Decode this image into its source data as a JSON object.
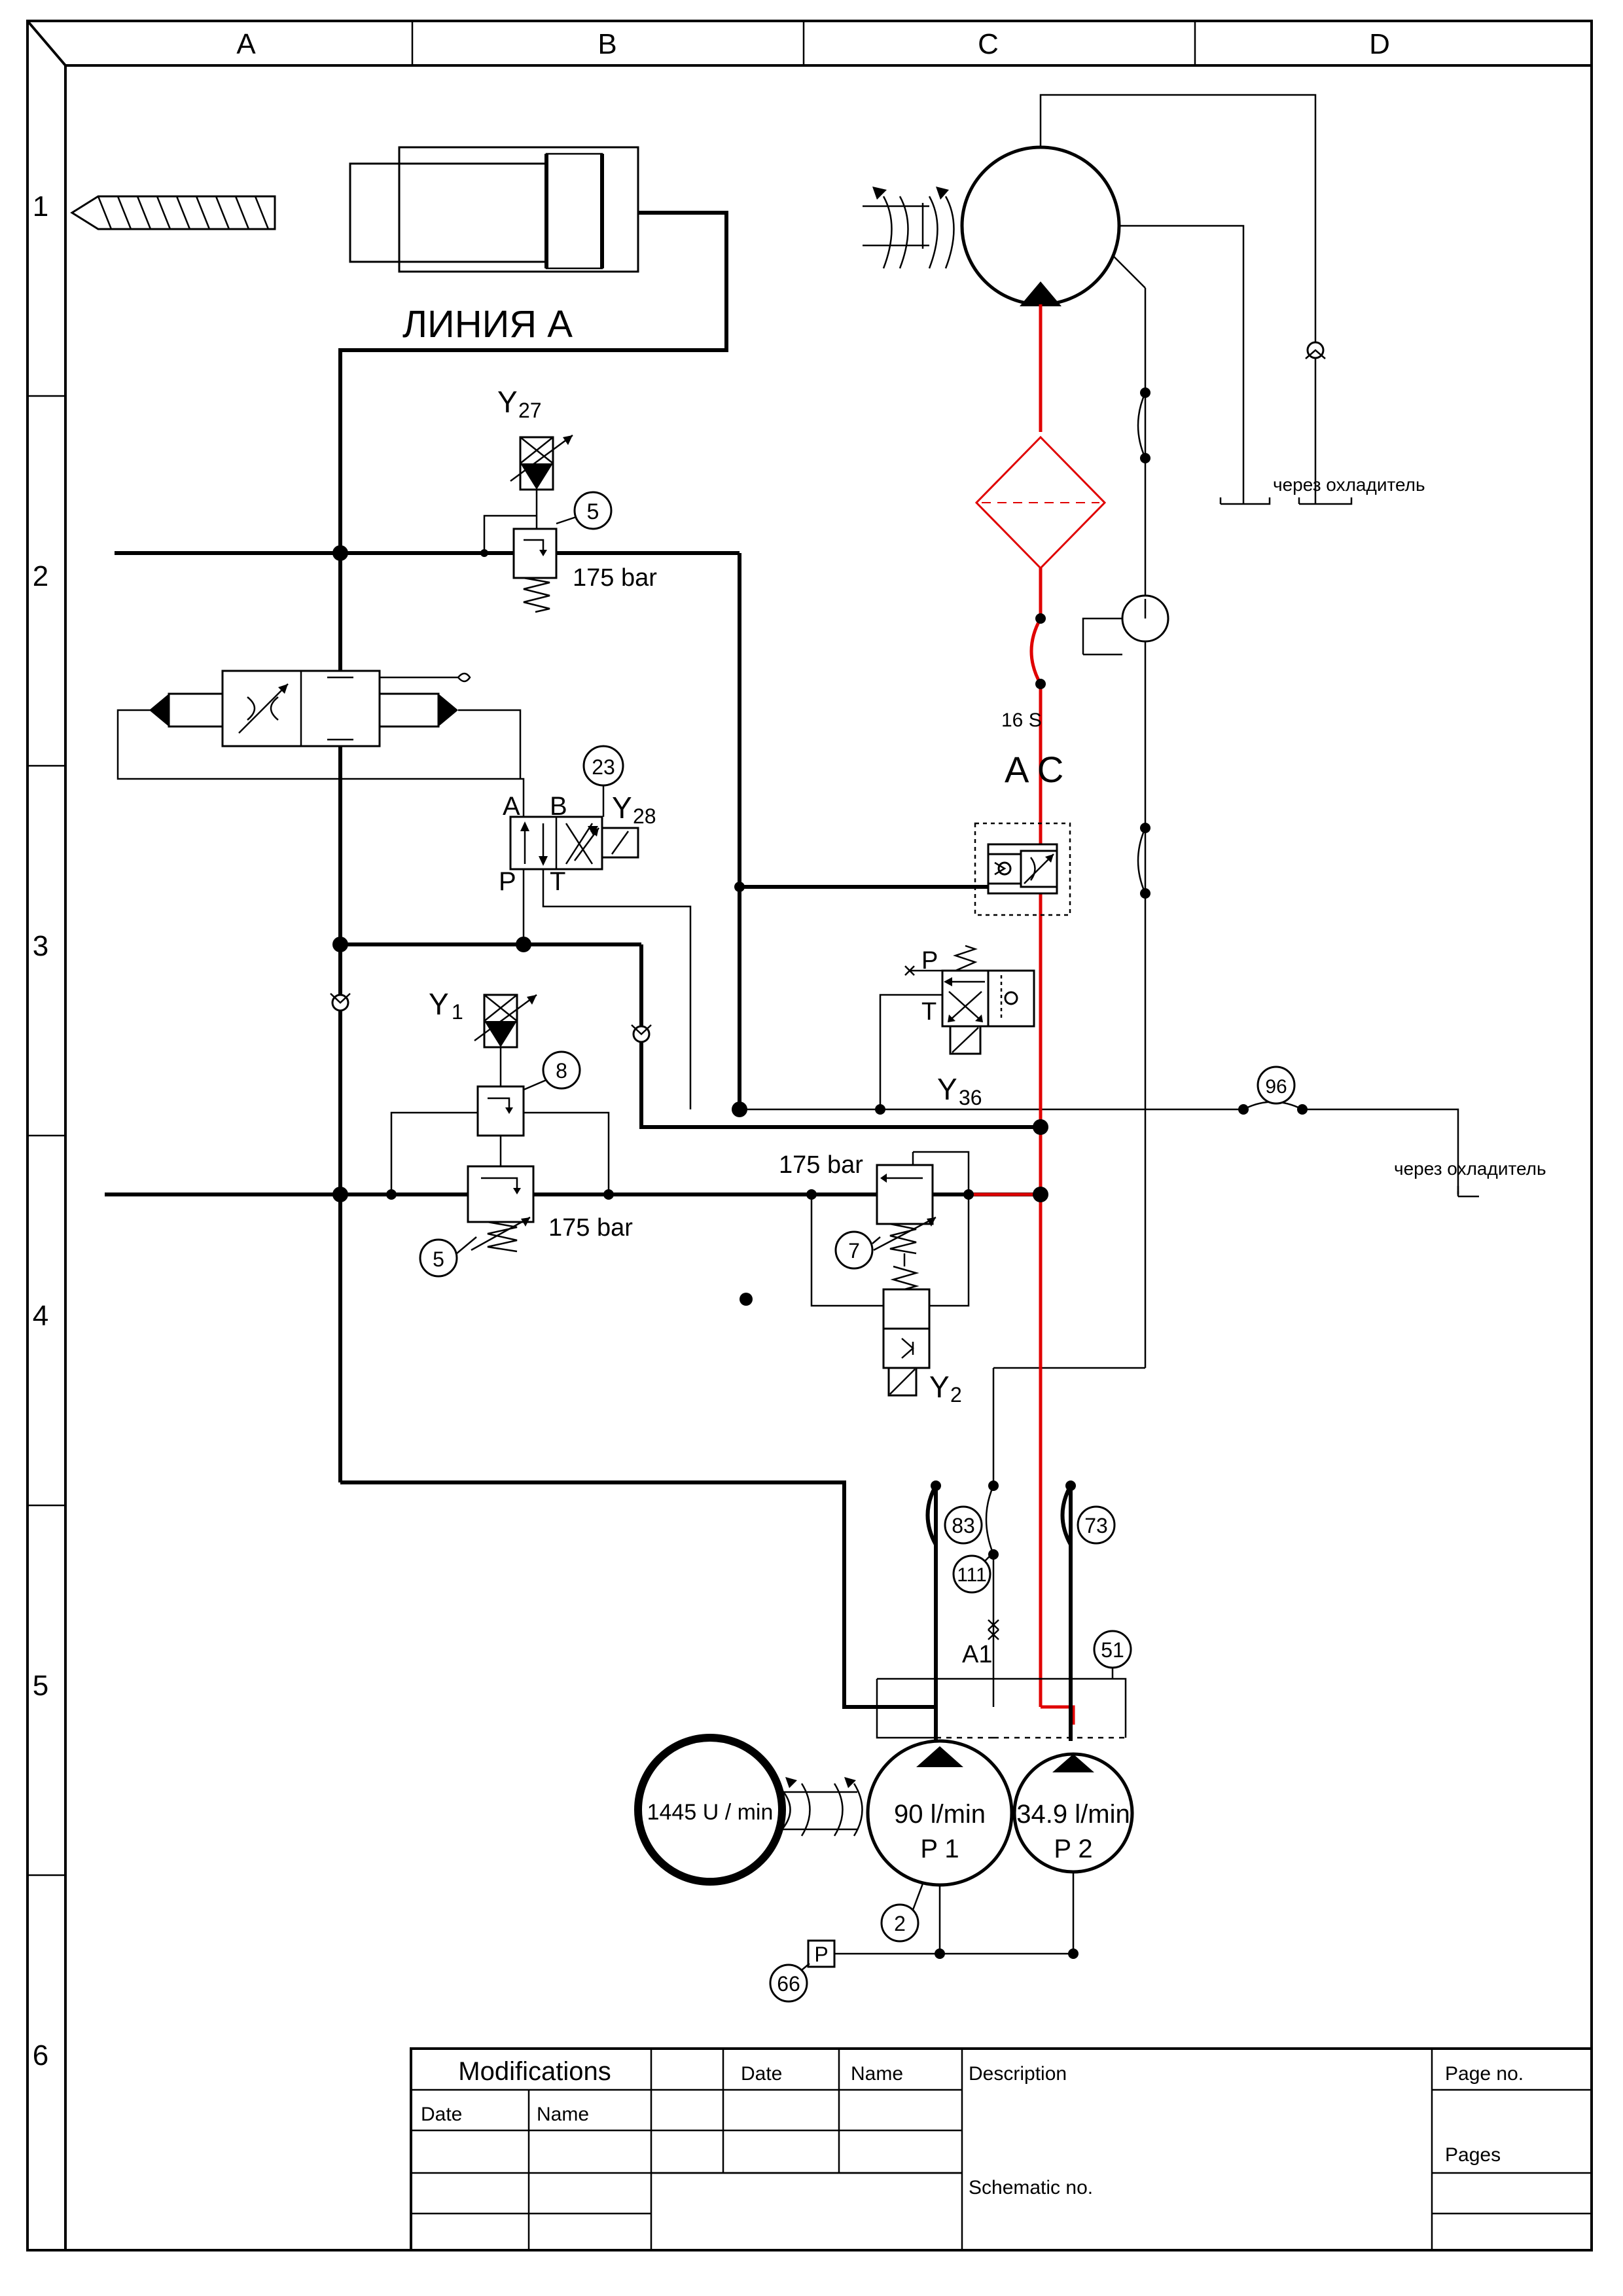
{
  "frame": {
    "columns": [
      "A",
      "B",
      "C",
      "D"
    ],
    "rows": [
      "1",
      "2",
      "3",
      "4",
      "5",
      "6"
    ]
  },
  "labels": {
    "line_a": "ЛИНИЯ А",
    "y27": "Y",
    "y27_sub": "27",
    "y28": "Y",
    "y28_sub": "28",
    "y1": "Y",
    "y1_sub": "1",
    "y36": "Y",
    "y36_sub": "36",
    "y2": "Y",
    "y2_sub": "2",
    "port_a": "A",
    "port_b": "B",
    "port_p": "P",
    "port_t": "T",
    "port_p2": "P",
    "port_t2": "T",
    "bar_top": "175 bar",
    "bar_mid": "175 bar",
    "bar_low": "175 bar",
    "line_16s": "16   S",
    "ac": "A C",
    "via_cooler_1": "через охладитель",
    "via_cooler_2": "через охладитель",
    "a1": "A1",
    "motor_speed": "1445 U / min",
    "p1_flow": "90 l/min",
    "p1_name": "P 1",
    "p2_flow": "34.9 l/min",
    "p2_name": "P 2",
    "p_gauge": "P"
  },
  "callouts": {
    "c5a": "5",
    "c5b": "5",
    "c23": "23",
    "c8": "8",
    "c7": "7",
    "c96": "96",
    "c83": "83",
    "c73": "73",
    "c111": "111",
    "c51": "51",
    "c2": "2",
    "c66": "66"
  },
  "title_block": {
    "modifications": "Modifications",
    "date": "Date",
    "name": "Name",
    "date2": "Date",
    "name2": "Name",
    "description": "Description",
    "page_no": "Page no.",
    "pages": "Pages",
    "schematic_no": "Schematic no."
  },
  "colors": {
    "line": "#000000",
    "pressure_line": "#e00000",
    "background": "#ffffff"
  }
}
